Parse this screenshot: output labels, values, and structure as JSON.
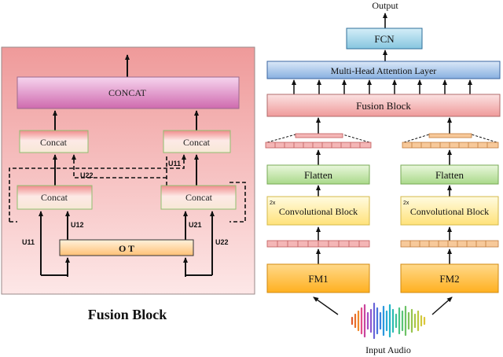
{
  "fusion_panel": {
    "title": "Fusion Block",
    "concat_top": "CONCAT",
    "concat_upper_left": "Concat",
    "concat_upper_right": "Concat",
    "concat_lower_left": "Concat",
    "concat_lower_right": "Concat",
    "ot_block": "O T",
    "labels": {
      "u11_left": "U11",
      "u12": "U12",
      "u21": "U21",
      "u22_right": "U22",
      "u22_cross": "U22",
      "u11_cross": "U11"
    }
  },
  "pipeline": {
    "output": "Output",
    "fcn": "FCN",
    "attention": "Multi-Head Attention Layer",
    "fusion": "Fusion Block",
    "left_branch": {
      "flatten": "Flatten",
      "repeat": "2x",
      "conv": "Convolutional Block",
      "fm": "FM1"
    },
    "right_branch": {
      "flatten": "Flatten",
      "repeat": "2x",
      "conv": "Convolutional Block",
      "fm": "FM2"
    },
    "input": "Input Audio"
  },
  "colors": {
    "fusion_background": "#f4a4a4",
    "concat_pink": "#e7a6d6",
    "concat_red": "#f5c9c4",
    "green": "#c6e7a9",
    "yellow": "#fff1a6",
    "orange": "#ffc86a",
    "blue": "#a9c7ea",
    "cyan": "#9fd4e8",
    "embed_pink": "#f4b6b6",
    "embed_orange": "#f7c99a"
  }
}
